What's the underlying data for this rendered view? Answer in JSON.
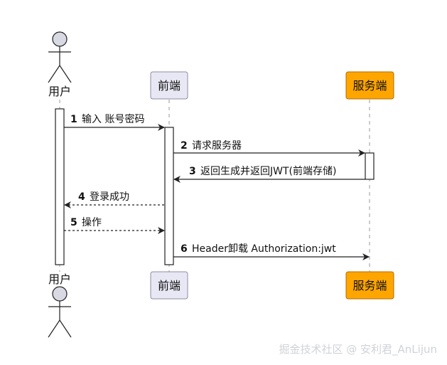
{
  "participants": {
    "user": {
      "label": "用户"
    },
    "frontend": {
      "label": "前端"
    },
    "server": {
      "label": "服务端"
    }
  },
  "messages": [
    {
      "num": "1",
      "text": "输入 账号密码"
    },
    {
      "num": "2",
      "text": "请求服务器"
    },
    {
      "num": "3",
      "text": "返回生成并返回JWT(前端存储)"
    },
    {
      "num": "4",
      "text": "登录成功"
    },
    {
      "num": "5",
      "text": "操作"
    },
    {
      "num": "6",
      "text": "Header卸载 Authorization:jwt"
    }
  ],
  "watermark": "掘金技术社区 @ 安利君_AnLijun",
  "colors": {
    "participant_fill": "#e8e8f4",
    "participant_border": "#8c8ca6",
    "server_fill": "#ffa500",
    "server_border": "#b36b00",
    "actor_head": "#d9d9e4",
    "lifeline": "#9a9a9a",
    "line": "#222222"
  }
}
